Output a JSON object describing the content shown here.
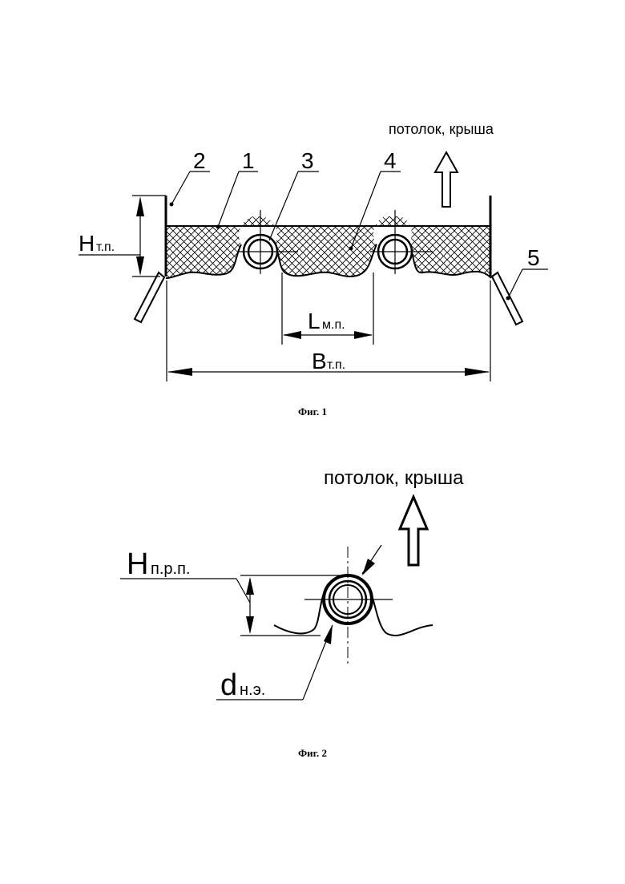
{
  "figure1": {
    "up_label": "потолок, крыша",
    "callouts": [
      "2",
      "1",
      "3",
      "4",
      "5"
    ],
    "dim_height": {
      "main": "H",
      "sub": "т.п."
    },
    "dim_pitch": {
      "main": "L",
      "sub": "м.п."
    },
    "dim_width": {
      "main": "B",
      "sub": "т.п."
    },
    "caption": "Фиг. 1"
  },
  "figure2": {
    "up_label": "потолок, крыша",
    "dim_height": {
      "main": "H",
      "sub": "п.р.п."
    },
    "dim_diameter": {
      "main": "d",
      "sub": "н.э."
    },
    "caption": "Фиг. 2"
  }
}
